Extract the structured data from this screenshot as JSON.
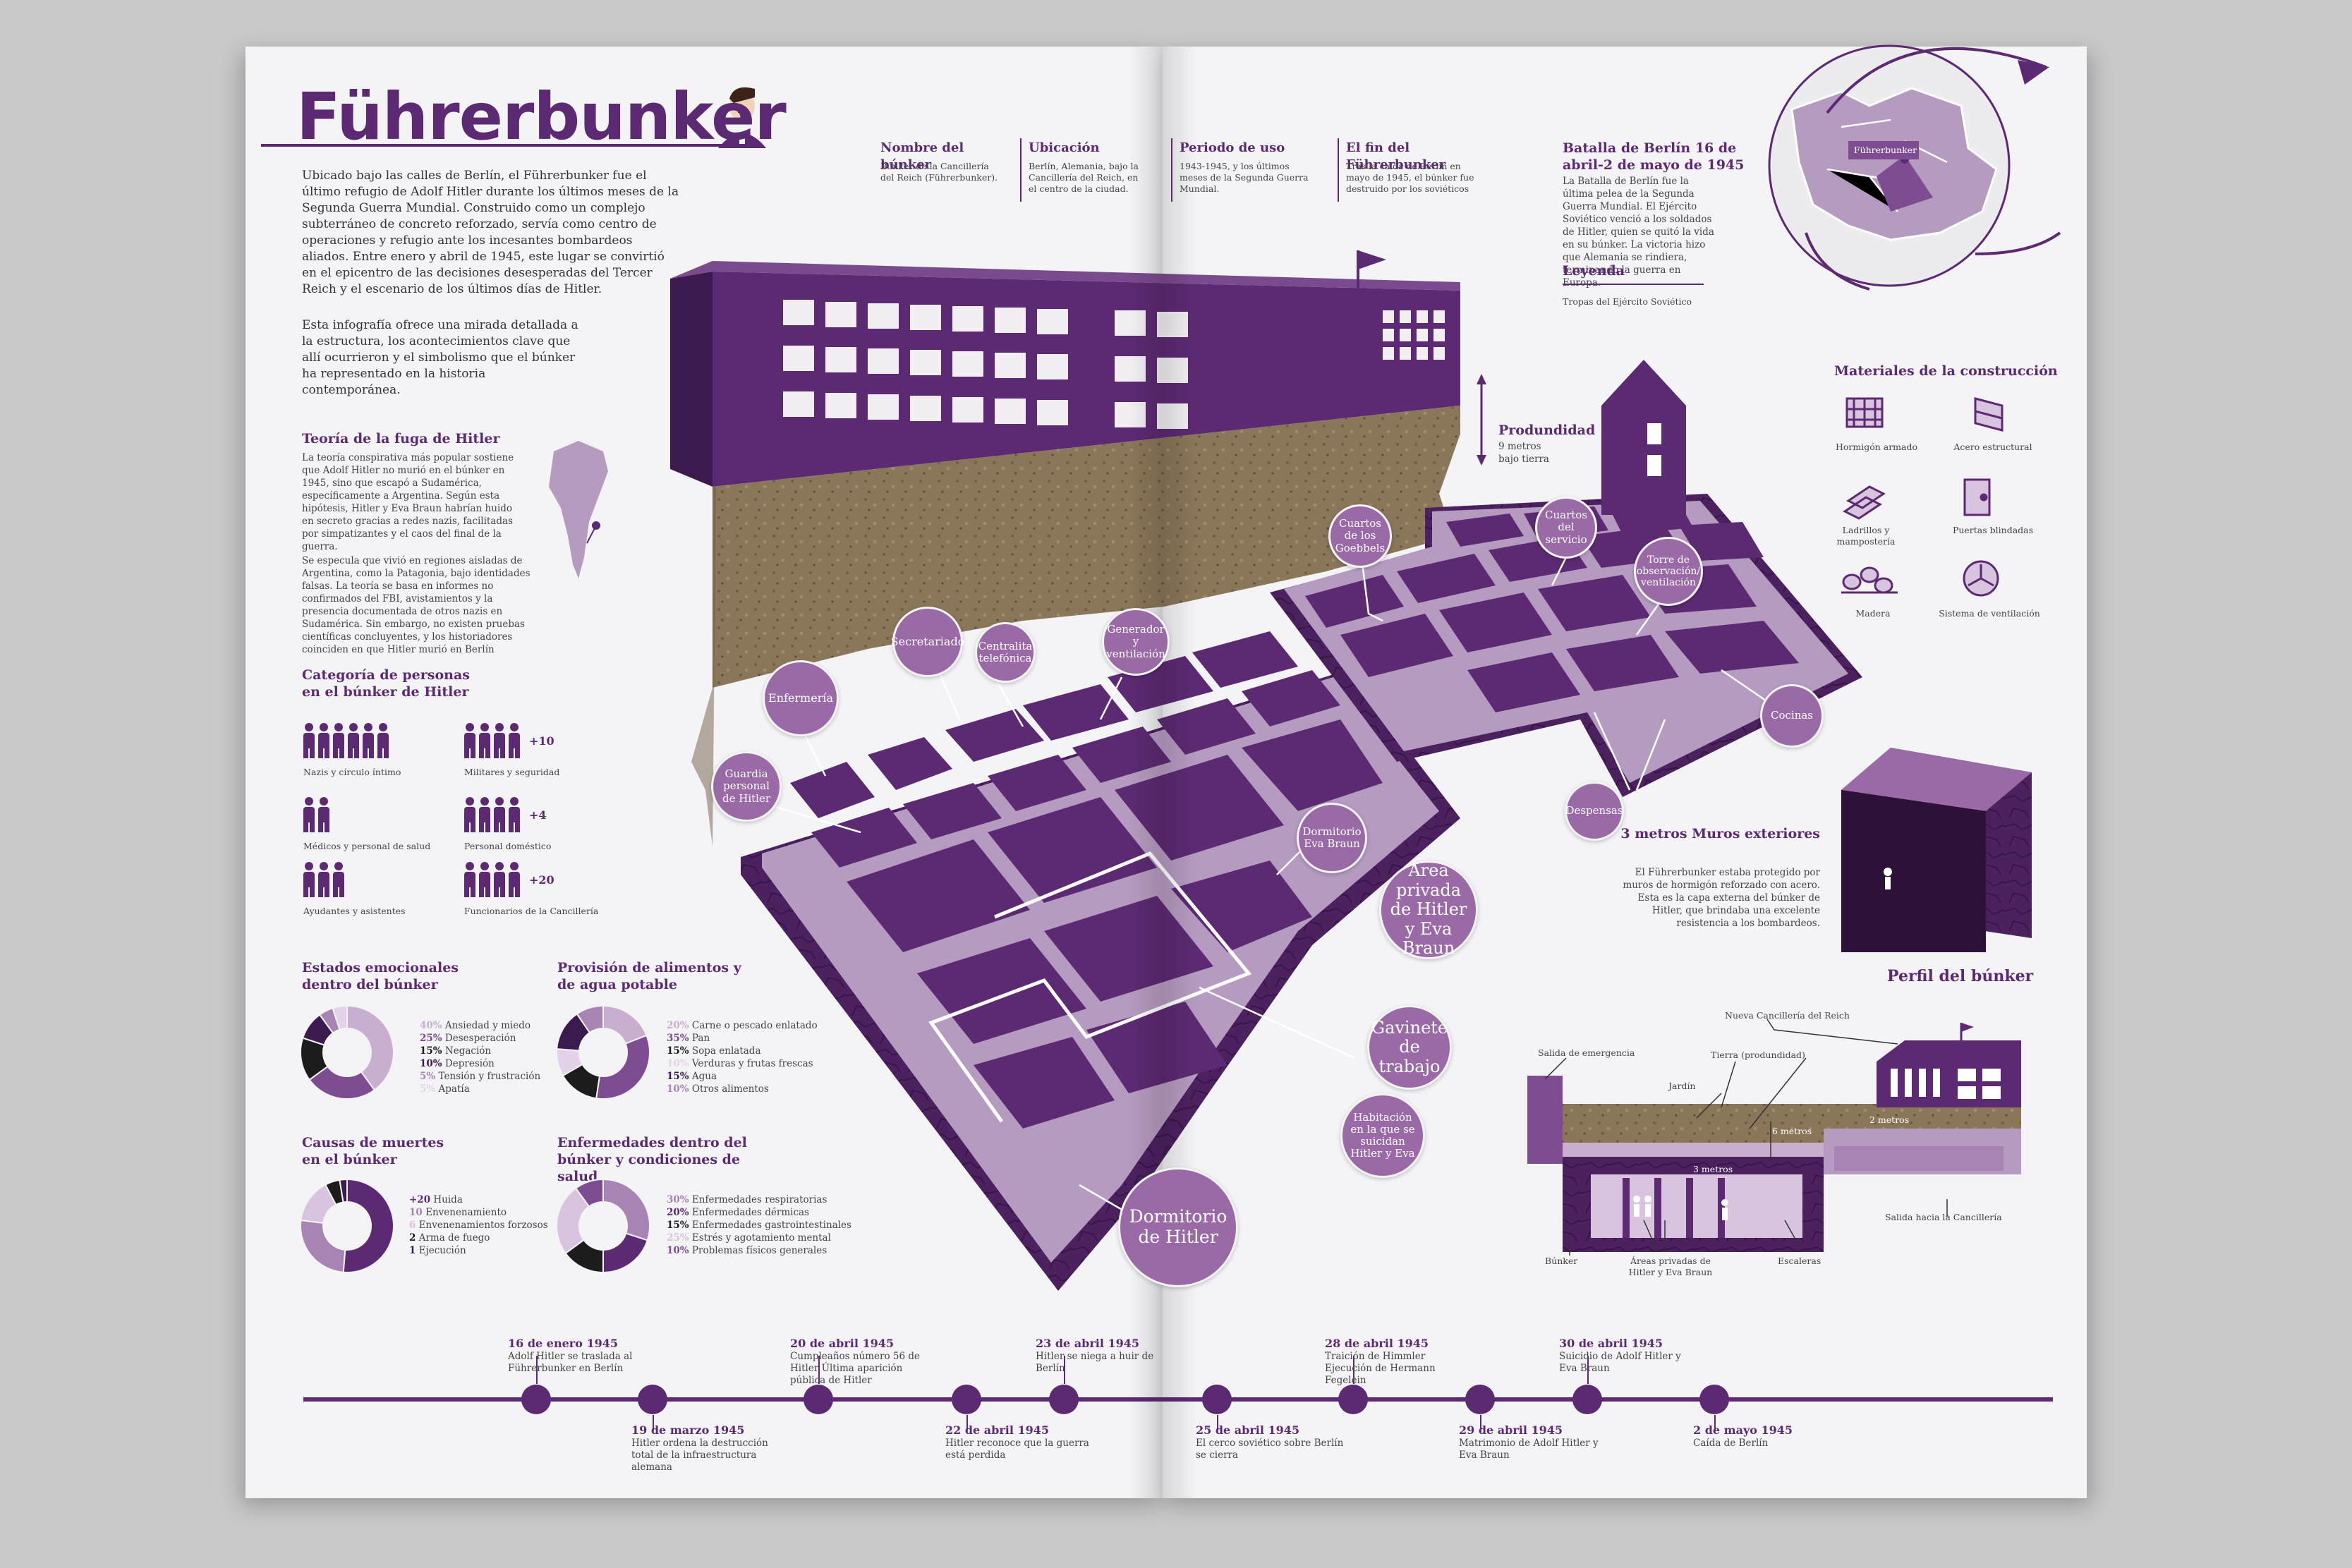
{
  "title": "Führerbunker",
  "intro": {
    "p1": "Ubicado bajo las calles de Berlín, el Führerbunker fue el último refugio de Adolf Hitler durante los últimos meses de la Segunda Guerra Mundial. Construido como un complejo subterráneo de concreto reforzado, servía como centro de operaciones y refugio ante los incesantes bombardeos aliados. Entre enero y abril de 1945, este lugar se convirtió en el epicentro de las decisiones desesperadas del Tercer Reich y el escenario de los últimos días de Hitler.",
    "p2": "Esta infografía ofrece una mirada detallada a la estructura, los acontecimientos clave que allí ocurrieron y el simbolismo que el búnker ha representado en la historia contemporánea."
  },
  "escape": {
    "title": "Teoría de la fuga de Hitler",
    "p1": "La teoría conspirativa más popular sostiene que Adolf Hitler no murió en el búnker en 1945, sino que escapó a Sudamérica, específicamente a Argentina. Según esta hipótesis, Hitler y Eva Braun habrían huido en secreto gracias a redes nazis, facilitadas por simpatizantes y el caos del final de la guerra.",
    "p2": "Se especula que vivió en regiones aisladas de Argentina, como la Patagonia, bajo identidades falsas. La teoría se basa en informes no confirmados del FBI, avistamientos y la presencia documentada de otros nazis en Sudamérica. Sin embargo, no existen pruebas científicas concluyentes, y los historiadores coinciden en que Hitler murió en Berlín"
  },
  "people": {
    "title": "Categoría de personas en el búnker de Hitler",
    "groups": [
      {
        "label": "Nazis y círculo íntimo",
        "icons": 6,
        "extra": ""
      },
      {
        "label": "Militares y seguridad",
        "icons": 4,
        "extra": "+10"
      },
      {
        "label": "Médicos y personal de salud",
        "icons": 2,
        "extra": ""
      },
      {
        "label": "Personal doméstico",
        "icons": 4,
        "extra": "+4"
      },
      {
        "label": "Ayudantes y asistentes",
        "icons": 3,
        "extra": ""
      },
      {
        "label": "Funcionarios de la Cancillería",
        "icons": 4,
        "extra": "+20"
      }
    ]
  },
  "emotions": {
    "title": "Estados emocionales dentro del búnker",
    "items": [
      "40% Ansiedad y miedo",
      "25% Desesperación",
      "15% Negación",
      "10% Depresión",
      "5% Tensión y frustración",
      "5% Apatía"
    ]
  },
  "food": {
    "title": "Provisión de alimentos y de agua potable",
    "items": [
      "20% Carne o pescado enlatado",
      "35% Pan",
      "15% Sopa enlatada",
      "10% Verduras y frutas frescas",
      "15% Agua",
      "10% Otros alimentos"
    ]
  },
  "deaths": {
    "title": "Causas de muertes en el búnker",
    "items": [
      "+20 Huida",
      "10 Envenenamiento",
      "6 Envenenamientos forzosos",
      "2 Arma de fuego",
      "1 Ejecución"
    ]
  },
  "diseases": {
    "title": "Enfermedades dentro del búnker y condiciones de salud",
    "items": [
      "30% Enfermedades respiratorias",
      "20% Enfermedades dérmicas",
      "15% Enfermedades gastrointestinales",
      "25% Estrés y agotamiento mental",
      "10% Problemas físicos generales"
    ]
  },
  "chart_data": [
    {
      "type": "pie",
      "title": "Estados emocionales dentro del búnker",
      "categories": [
        "Ansiedad y miedo",
        "Desesperación",
        "Negación",
        "Depresión",
        "Tensión y frustración",
        "Apatía"
      ],
      "values": [
        40,
        25,
        15,
        10,
        5,
        5
      ],
      "colors": [
        "#c8afd0",
        "#7e4c91",
        "#1c1c1c",
        "#3d1a4e",
        "#a784b3",
        "#e3d3e8"
      ]
    },
    {
      "type": "pie",
      "title": "Provisión de alimentos y de agua potable",
      "categories": [
        "Carne o pescado enlatado",
        "Pan",
        "Sopa enlatada",
        "Verduras y frutas frescas",
        "Agua",
        "Otros alimentos"
      ],
      "values": [
        20,
        35,
        15,
        10,
        15,
        10
      ],
      "colors": [
        "#c8afd0",
        "#7e4c91",
        "#1c1c1c",
        "#e3d3e8",
        "#3d1a4e",
        "#a784b3"
      ]
    },
    {
      "type": "pie",
      "title": "Causas de muertes en el búnker",
      "categories": [
        "Huida",
        "Envenenamiento",
        "Envenenamientos forzosos",
        "Arma de fuego",
        "Ejecución"
      ],
      "values": [
        20,
        10,
        6,
        2,
        1
      ],
      "colors": [
        "#5c2a72",
        "#a784b3",
        "#d8c4de",
        "#1c1c1c",
        "#3d1a4e"
      ]
    },
    {
      "type": "pie",
      "title": "Enfermedades dentro del búnker y condiciones de salud",
      "categories": [
        "Enfermedades respiratorias",
        "Enfermedades dérmicas",
        "Enfermedades gastrointestinales",
        "Estrés y agotamiento mental",
        "Problemas físicos generales"
      ],
      "values": [
        30,
        20,
        15,
        25,
        10
      ],
      "colors": [
        "#a784b3",
        "#5c2a72",
        "#1c1c1c",
        "#d8c4de",
        "#7e4c91"
      ]
    }
  ],
  "facts": [
    {
      "title": "Nombre del búnker",
      "text": "Búnker de la Cancillería del Reich (Führerbunker)."
    },
    {
      "title": "Ubicación",
      "text": "Berlín, Alemania, bajo la Cancillería del Reich, en el centro de la ciudad."
    },
    {
      "title": "Periodo de uso",
      "text": "1943-1945, y los últimos meses de la Segunda Guerra Mundial."
    },
    {
      "title": "El fin del Führerbunker",
      "text": "Tras la caída de Berlín en mayo de 1945, el búnker fue destruido por los soviéticos"
    }
  ],
  "battle": {
    "title": "Batalla de Berlín 16 de abril-2 de mayo de 1945",
    "text": "La Batalla de Berlín fue la última pelea de la Segunda Guerra Mundial. El Ejército Soviético venció a los soldados de Hitler, quien se quitó la vida en su búnker. La victoria hizo que Alemania se rindiera, terminando la guerra en Europa.",
    "legend_title": "Leyenda",
    "legend_item": "Tropas del Ejército Soviético",
    "map_label": "Führerbunker"
  },
  "depth": {
    "title": "Produndidad",
    "text": "9 metros bajo tierra"
  },
  "rooms": [
    "Cuartos de los Goebbels",
    "Cuartos del servicio",
    "Torre de observación/ ventilación",
    "Secretariado",
    "Centralita telefónica",
    "Generador y ventilación",
    "Enfermería",
    "Guardia personal de Hitler",
    "Cocinas",
    "Despensas",
    "Dormitorio Eva Braun",
    "Área privada de Hitler y Eva Braun",
    "Gavinete de trabajo",
    "Habitación en la que se suicidan Hitler y Eva",
    "Dormitorio de Hitler"
  ],
  "materials": {
    "title": "Materiales de la construcción",
    "items": [
      "Hormigón armado",
      "Acero estructural",
      "Ladrillos y mampostería",
      "Puertas blindadas",
      "Madera",
      "Sistema de ventilación"
    ]
  },
  "walls": {
    "title": "3 metros Muros exteriores",
    "text": "El Führerbunker estaba protegido por muros de hormigón reforzado con acero. Esta es la capa externa del búnker de Hitler, que brindaba una excelente resistencia a los bombardeos."
  },
  "profile": {
    "title": "Perfil del búnker",
    "labels": {
      "chancellery": "Nueva Cancillería del Reich",
      "exit": "Salida de emergencia",
      "earth": "Tierra (produndidad)",
      "garden": "Jardín",
      "m6": "6 metros",
      "m2": "2 metros",
      "m3": "3 metros",
      "bunker": "Búnker",
      "private": "Áreas privadas de Hitler y Eva Braun",
      "stairs": "Escaleras",
      "exit2": "Salida hacia la Cancillería"
    }
  },
  "timeline": [
    {
      "date": "16 de enero 1945",
      "text": "Adolf Hitler se traslada al Führerbunker en Berlín",
      "pos": "top"
    },
    {
      "date": "19 de marzo 1945",
      "text": "Hitler ordena la destrucción total de la infraestructura alemana",
      "pos": "bottom"
    },
    {
      "date": "20 de abril 1945",
      "text": "Cumpleaños número 56 de Hitler Última aparición pública de Hitler",
      "pos": "top"
    },
    {
      "date": "22 de abril 1945",
      "text": "Hitler reconoce que la guerra está perdida",
      "pos": "bottom"
    },
    {
      "date": "23 de abril 1945",
      "text": "Hitler se niega a huir de Berlín",
      "pos": "top"
    },
    {
      "date": "25 de abril 1945",
      "text": "El cerco soviético sobre Berlín se cierra",
      "pos": "bottom"
    },
    {
      "date": "28 de abril 1945",
      "text": "Traición de Himmler Ejecución de Hermann Fegelein",
      "pos": "top"
    },
    {
      "date": "29 de abril 1945",
      "text": "Matrimonio de Adolf Hitler y Eva Braun",
      "pos": "bottom"
    },
    {
      "date": "30 de abril 1945",
      "text": "Suicidio de Adolf Hitler y Eva Braun",
      "pos": "top"
    },
    {
      "date": "2 de mayo 1945",
      "text": "Caída de Berlín",
      "pos": "bottom"
    }
  ]
}
